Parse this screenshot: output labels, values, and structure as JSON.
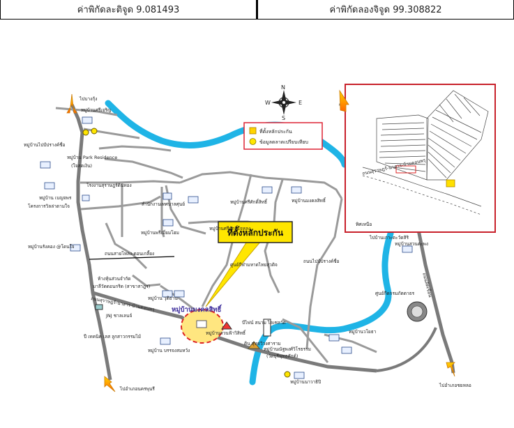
{
  "header": {
    "latitude": "ค่าพิกัดละติจูด 9.081493",
    "longitude": "ค่าพิกัดลองจิจูด 99.308822"
  },
  "compass": {
    "n": "N",
    "s": "S",
    "e": "E",
    "w": "W"
  },
  "legend": {
    "collateral": "ที่ตั้งหลักประกัน",
    "market": "ข้อมูลตลาดเปรียบเทียบ"
  },
  "callout": {
    "label": "ที่ตั้งหลักประกัน"
  },
  "project": {
    "name": "หมู่บ้านมงคลสิทธิ์"
  },
  "inset": {
    "road": "ถนนสุราษฎร์-นาสาร-บ้านดอนพรุ",
    "north": "ทิศเหนือ"
  },
  "places": [
    "ไปบางกุ้ง",
    "หมู่บ้านศรีเจริญ",
    "หมู่บ้านไปป์ปรางค์ชื่อ",
    "หมู่บ้าน Park Residence",
    "(ใจสดเงิน)",
    "หมู่บ้าน เบญจพร",
    "โครงการวิลล่าตามใจ",
    "โรงงานสุราษฎร์ดินทอง",
    "สำนักงานเทศบาลศุนย์",
    "หมู่บ้านศรีศักดิ์สิทธิ์",
    "หมู่บ้านพรีเมี่ยมโฮม",
    "หมู่บ้านมงคลสิทธิ์",
    "หมู่บ้านศรีศักดิ์ใจหลง",
    "หมู่บ้านรังคอง @โดนใจ",
    "ถนนสายโหลง-ดอนเกลี้ยง",
    "ถนนไปป์ปรางค์ชื่อ",
    "ศูนย์กีฬามหาดไทยสุวดิจ",
    "ห้างหุ้นส่วนจำกัด",
    "มาลีวัดดอนกริด (สาขาสาฎร)",
    "หมู่บ้าน วุติธาน",
    "JNJ ชาลเลนจ์",
    "บีไฟน์ สนาม ไดเซลวัด",
    "ถนนสุราษฎร์-นาสาร-บ้านดอนพรุ",
    "หมู่บ้านสวนฟ้าวิสิทธิ์",
    "ดิน สุทธวิวงศาราม",
    "ปี เทคนิค เลส ลูกสาวกรรมไม้",
    "หมู่บ้าน บรรจงสมหวัง",
    "หมู่บ้านวโยธา",
    "หมู่บ้านณัฐพงศ์วิโรธรรม",
    "(วัดบุรีพุทธศักด์)",
    "ไปบ้านเกาะตะวัดสิริ",
    "หมู่บ้านสวนตะพง",
    "ถนนลัดเขื่อน",
    "ศูนย์กีดกรมภัตตาธร",
    "หมู่บ้านนาวาธิปิ",
    "ไปอำเภอนครพุนรี",
    "ไปอำเภอชยหลอ"
  ]
}
